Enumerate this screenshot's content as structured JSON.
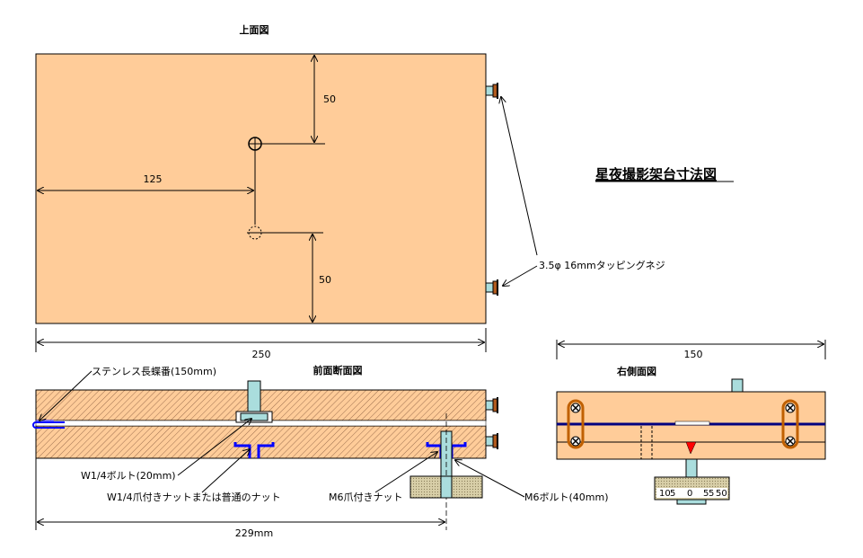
{
  "title": "星夜撮影架台寸法図",
  "views": {
    "top": "上面図",
    "front": "前面断面図",
    "right": "右側面図"
  },
  "dimensions": {
    "top_upper_gap": "50",
    "top_lower_gap": "50",
    "top_left_offset": "125",
    "overall_width": "250",
    "bolt_offset": "229mm",
    "side_width": "150"
  },
  "callouts": {
    "screw": "3.5φ 16mmタッピングネジ",
    "hinge": "ステンレス長蝶番(150mm)",
    "w_bolt": "W1/4ボルト(20mm)",
    "w_nut": "W1/4爪付きナットまたは普通のナット",
    "m6_nut": "M6爪付きナット",
    "m6_bolt": "M6ボルト(40mm)"
  },
  "scale_labels": [
    "10",
    "5",
    "0",
    "5",
    "5",
    "50"
  ],
  "colors": {
    "wood": "#FFCC99",
    "wood_outline": "#000000",
    "hatch": "#9c6f4f",
    "bolt": "#aadddd",
    "nut_blue": "#0000ff",
    "hinge_line": "#000080",
    "rubber_band": "#c06000",
    "pointer": "#ff0000",
    "knob": "#d8cfa8"
  }
}
